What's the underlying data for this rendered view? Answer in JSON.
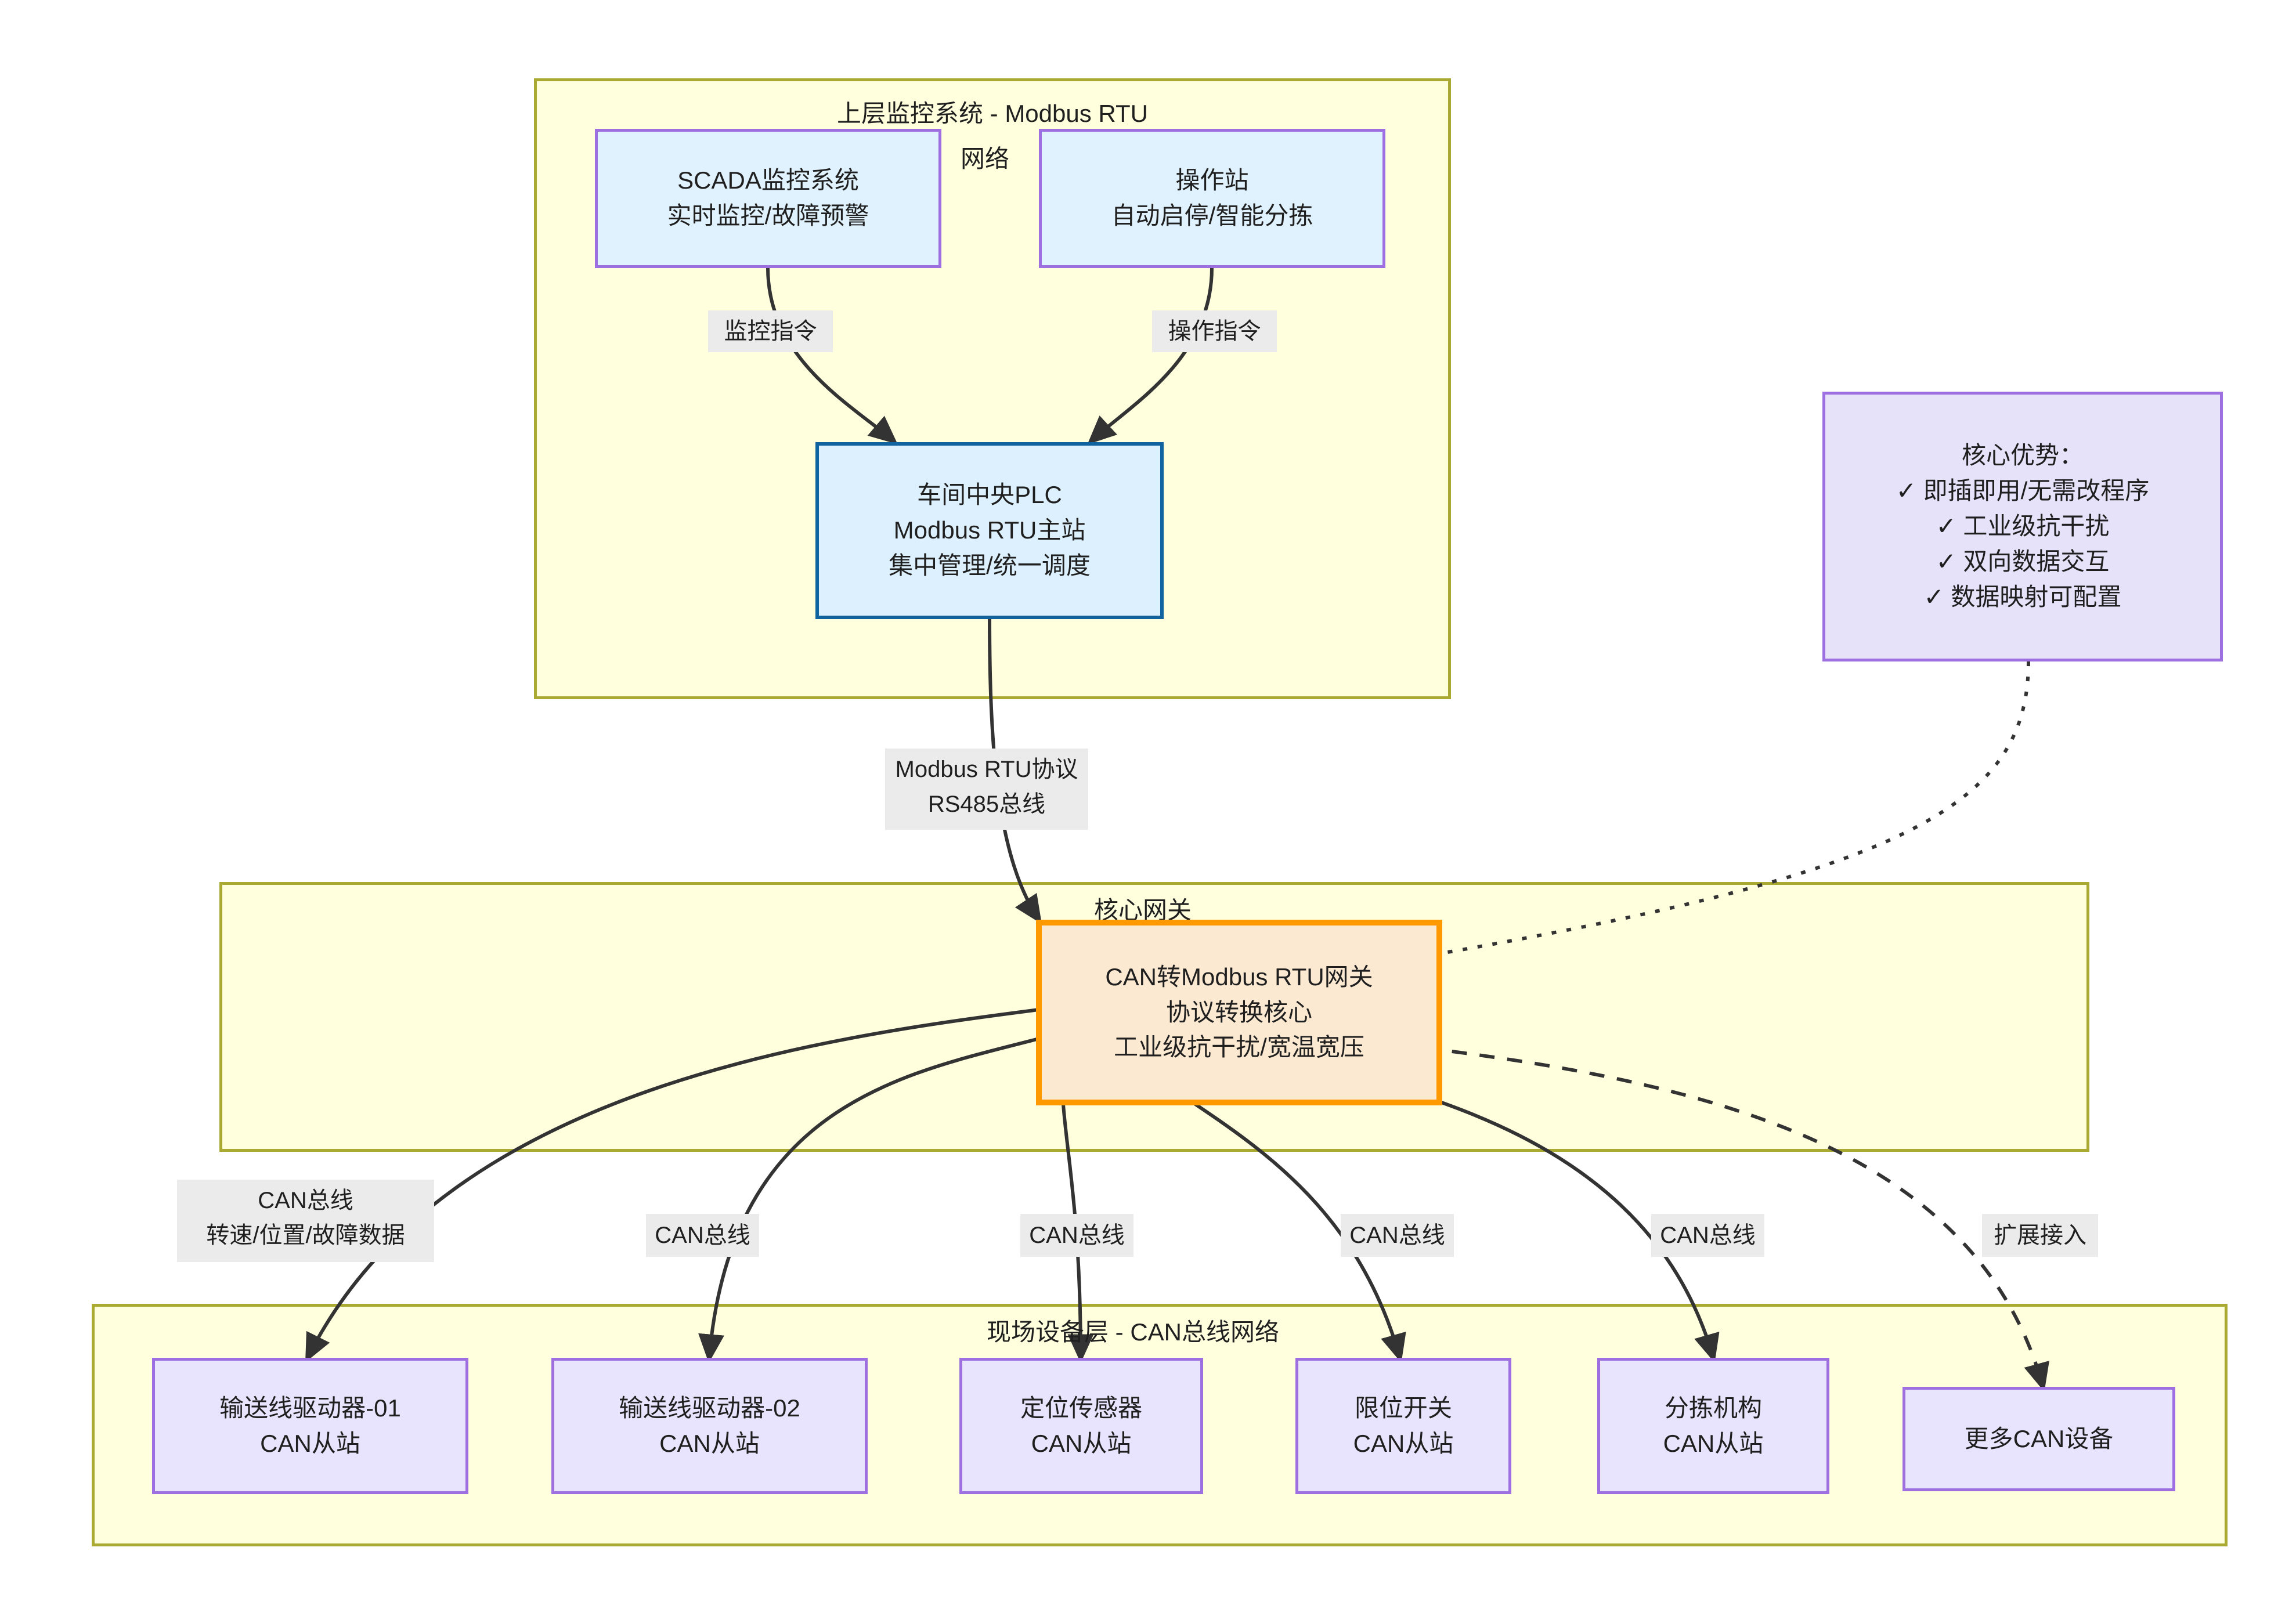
{
  "diagram": {
    "title_top_layer": "上层监控系统 - Modbus RTU",
    "title_gateway_layer": "核心网关",
    "title_device_layer": "现场设备层 - CAN总线网络",
    "network_label": "网络"
  },
  "nodes": {
    "scada": {
      "line1": "SCADA监控系统",
      "line2": "实时监控/故障预警"
    },
    "operator_station": {
      "line1": "操作站",
      "line2": "自动启停/智能分拣"
    },
    "plc": {
      "line1": "车间中央PLC",
      "line2": "Modbus RTU主站",
      "line3": "集中管理/统一调度"
    },
    "gateway": {
      "line1": "CAN转Modbus RTU网关",
      "line2": "协议转换核心",
      "line3": "工业级抗干扰/宽温宽压"
    },
    "advantages": {
      "line1": "核心优势：",
      "line2": "✓ 即插即用/无需改程序",
      "line3": "✓ 工业级抗干扰",
      "line4": "✓ 双向数据交互",
      "line5": "✓ 数据映射可配置"
    },
    "device_1": {
      "line1": "输送线驱动器-01",
      "line2": "CAN从站"
    },
    "device_2": {
      "line1": "输送线驱动器-02",
      "line2": "CAN从站"
    },
    "device_3": {
      "line1": "定位传感器",
      "line2": "CAN从站"
    },
    "device_4": {
      "line1": "限位开关",
      "line2": "CAN从站"
    },
    "device_5": {
      "line1": "分拣机构",
      "line2": "CAN从站"
    },
    "device_6": {
      "line1": "更多CAN设备"
    }
  },
  "edge_labels": {
    "monitor_command": "监控指令",
    "operate_command": "操作指令",
    "modbus_rtu_l1": "Modbus RTU协议",
    "modbus_rtu_l2": "RS485总线",
    "can_bus_1_l1": "CAN总线",
    "can_bus_1_l2": "转速/位置/故障数据",
    "can_bus_2": "CAN总线",
    "can_bus_3": "CAN总线",
    "can_bus_4": "CAN总线",
    "can_bus_5": "CAN总线",
    "expansion": "扩展接入"
  },
  "colors": {
    "subgraph_fill": "#ffffde",
    "subgraph_border": "#aaaa33",
    "node_blue_fill": "#e0f2fd",
    "node_purple_border": "#9d6fe0",
    "plc_border": "#10639e",
    "gateway_fill": "#fce9d2",
    "gateway_border": "#ff9900",
    "device_fill": "#e8e4fd",
    "advantage_fill": "#e6e2fa",
    "edge_label_bg": "#ebebeb",
    "edge_stroke": "#333333"
  }
}
